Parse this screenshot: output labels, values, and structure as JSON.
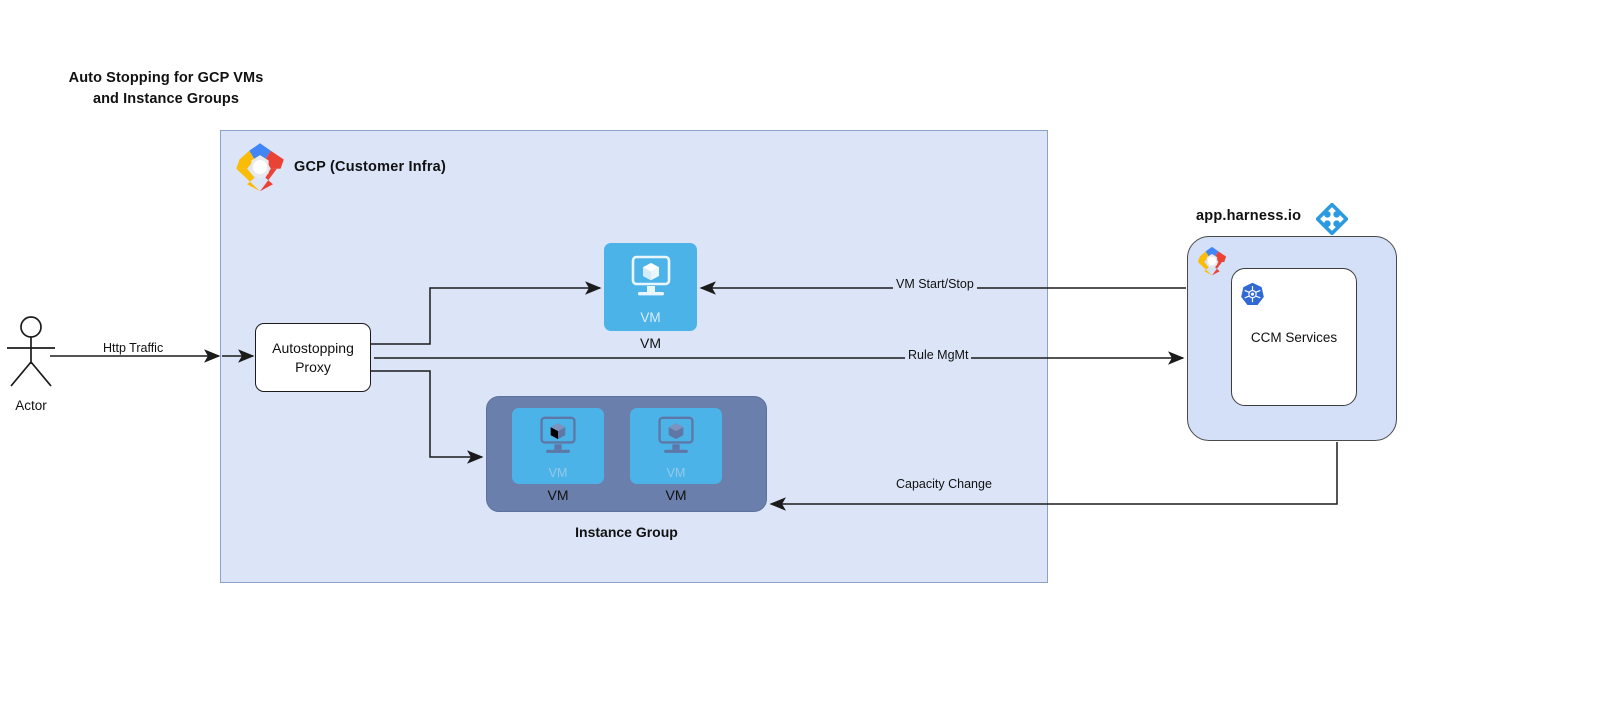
{
  "title": "Auto Stopping for GCP VMs\nand Instance Groups",
  "title_line1": "Auto Stopping for GCP VMs",
  "title_line2": "and Instance Groups",
  "actor": {
    "label": "Actor",
    "icon": "stick-figure-actor-icon"
  },
  "gcp": {
    "container_label": "GCP (Customer Infra)",
    "logo_icon": "gcp-hexagon-logo-icon",
    "background": "#dbe5f7",
    "border": "#8ba3cc"
  },
  "proxy": {
    "label": "Autostopping\nProxy",
    "line1": "Autostopping",
    "line2": "Proxy"
  },
  "vm_single": {
    "inner_label": "VM",
    "caption": "VM",
    "icon": "vm-monitor-cube-icon",
    "color": "#4cb3e8"
  },
  "instance_group": {
    "caption": "Instance Group",
    "background": "#6a7fab",
    "vms": [
      {
        "inner_label": "VM",
        "caption": "VM",
        "icon": "vm-monitor-cube-icon"
      },
      {
        "inner_label": "VM",
        "caption": "VM",
        "icon": "vm-monitor-cube-icon"
      }
    ]
  },
  "harness": {
    "label": "app.harness.io",
    "logo_icon": "harness-diamond-logo-icon",
    "gcp_logo_icon": "gcp-hexagon-logo-icon",
    "ccm": {
      "label": "CCM Services",
      "icon": "kubernetes-helm-icon"
    },
    "background": "#d3e0f8"
  },
  "edges": [
    {
      "id": "http-traffic",
      "label": "Http Traffic",
      "from": "actor",
      "to": "autostopping-proxy"
    },
    {
      "id": "vm-start-stop",
      "label": "VM Start/Stop",
      "from": "ccm-services",
      "to": "vm"
    },
    {
      "id": "rule-mgmt",
      "label": "Rule MgMt",
      "from": "autostopping-proxy",
      "to": "ccm-services"
    },
    {
      "id": "capacity-change",
      "label": "Capacity Change",
      "from": "ccm-services",
      "to": "instance-group"
    }
  ],
  "colors": {
    "vm_blue": "#4cb3e8",
    "group_slate": "#6a7fab",
    "infra_blue": "#dbe5f7",
    "harness_blue": "#2b9ae0",
    "line": "#1b1b1b"
  }
}
